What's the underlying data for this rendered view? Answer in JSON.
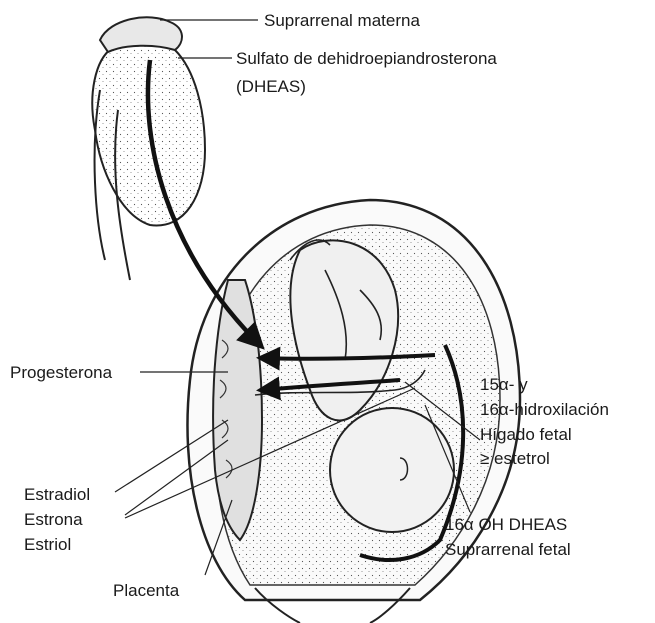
{
  "labels": {
    "suprarrenal_materna": "Suprarrenal materna",
    "sulfato_line1": "Sulfato de dehidroepiandrosterona",
    "sulfato_line2": "(DHEAS)",
    "progesterona": "Progesterona",
    "hidroxilacion_line1": "15α- y",
    "hidroxilacion_line2": "16α-hidroxilación",
    "higado_fetal": "Hígado fetal",
    "estetrol": "≥ estetrol",
    "estradiol": "Estradiol",
    "estrona": "Estrona",
    "estriol": "Estriol",
    "oh_dheas": "16α OH DHEAS",
    "suprarrenal_fetal": "Suprarrenal fetal",
    "placenta": "Placenta"
  }
}
